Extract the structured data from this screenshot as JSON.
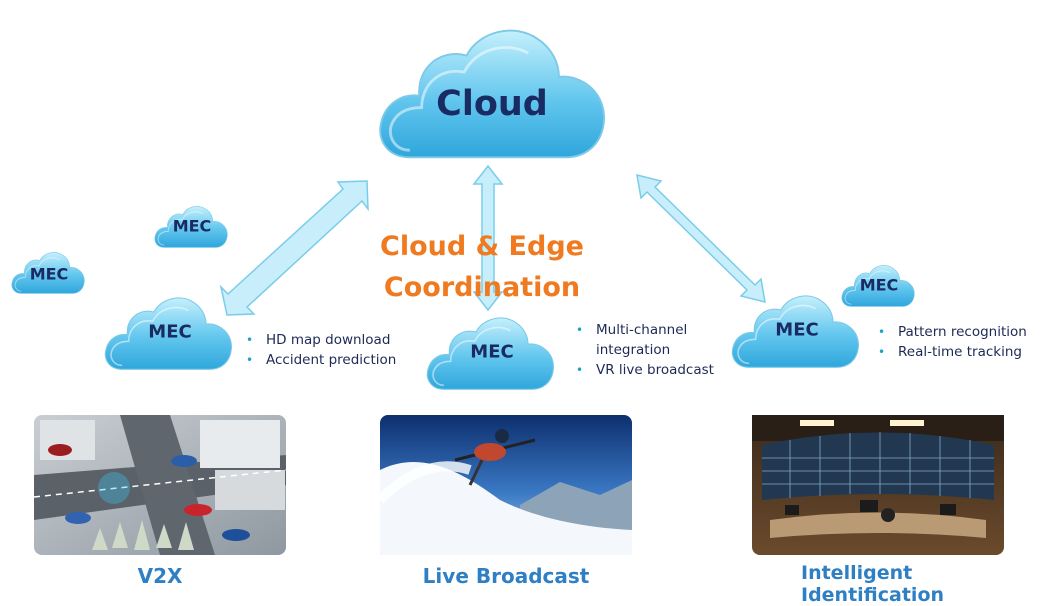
{
  "cloud": {
    "label": "Cloud"
  },
  "center_title": {
    "line1": "Cloud & Edge",
    "line2": "Coordination"
  },
  "mec_label": "MEC",
  "mec_clouds": [
    {
      "label": "MEC"
    },
    {
      "label": "MEC"
    },
    {
      "label": "MEC"
    },
    {
      "label": "MEC"
    },
    {
      "label": "MEC"
    },
    {
      "label": "MEC"
    }
  ],
  "bullet_groups": {
    "v2x": [
      "HD map download",
      "Accident prediction"
    ],
    "broadcast": [
      "Multi-channel",
      "integration",
      "VR live broadcast"
    ],
    "identification": [
      "Pattern recognition",
      "Real-time tracking"
    ]
  },
  "scenarios": [
    {
      "caption": "V2X"
    },
    {
      "caption": "Live Broadcast"
    },
    {
      "caption": "Intelligent Identification"
    }
  ],
  "colors": {
    "cloud_fill_top": "#b9ecfb",
    "cloud_fill_bottom": "#3fb8e6",
    "label_navy": "#1a2a63",
    "arrow_fill": "#c8eefb",
    "arrow_stroke": "#79cde9",
    "title_orange": "#ef7a1f",
    "caption_blue": "#2f7fc4"
  }
}
